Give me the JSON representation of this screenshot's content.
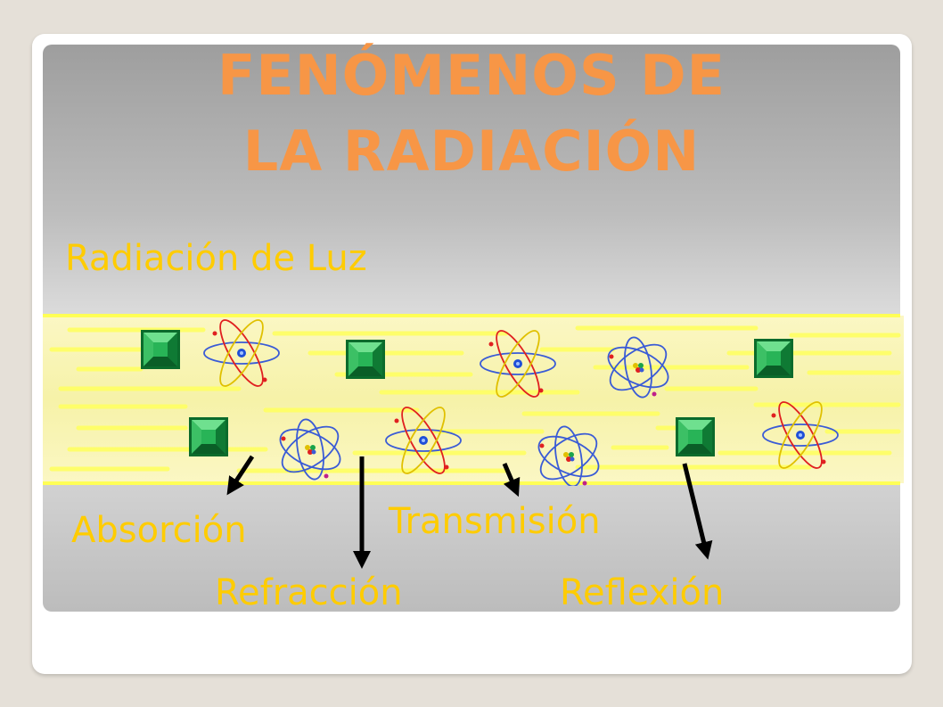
{
  "slide": {
    "title_line1": "FENÓMENOS DE",
    "title_line2": "LA RADIACIÓN",
    "subtitle": "Radiación de Luz"
  },
  "phenomena": {
    "absorcion": "Absorción",
    "refraccion": "Refracción",
    "transmision": "Transmisión",
    "reflexion": "Reflexión"
  },
  "colors": {
    "title": "#f79646",
    "labels": "#ffcc00",
    "light_band": "#ffff66",
    "photon": "#1aa34a",
    "arrow": "#000000"
  },
  "icons": {
    "photon": "green-square-photon-icon",
    "atom": "atom-icon"
  }
}
